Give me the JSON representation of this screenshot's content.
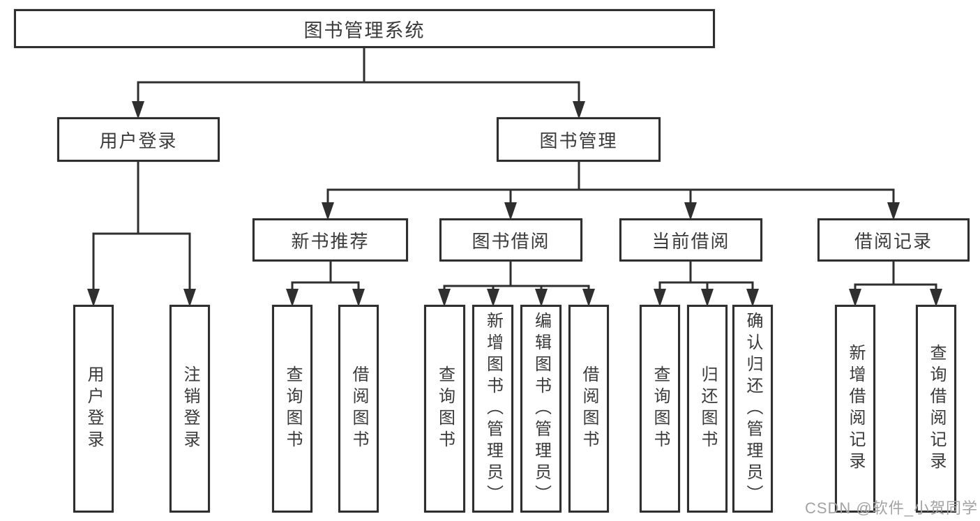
{
  "diagram_title": "图书管理系统",
  "tree": {
    "label": "图书管理系统",
    "children": [
      {
        "label": "用户登录",
        "children": [
          {
            "label": "用户登录"
          },
          {
            "label": "注销登录"
          }
        ]
      },
      {
        "label": "图书管理",
        "children": [
          {
            "label": "新书推荐",
            "children": [
              {
                "label": "查询图书"
              },
              {
                "label": "借阅图书"
              }
            ]
          },
          {
            "label": "图书借阅",
            "children": [
              {
                "label": "查询图书"
              },
              {
                "label": "新增图书（管理员）"
              },
              {
                "label": "编辑图书（管理员）"
              },
              {
                "label": "借阅图书"
              }
            ]
          },
          {
            "label": "当前借阅",
            "children": [
              {
                "label": "查询图书"
              },
              {
                "label": "归还图书"
              },
              {
                "label": "确认归还（管理员）"
              }
            ]
          },
          {
            "label": "借阅记录",
            "children": [
              {
                "label": "新增借阅记录"
              },
              {
                "label": "查询借阅记录"
              }
            ]
          }
        ]
      }
    ]
  },
  "watermark": {
    "text": "CSDN @软件_小贺同学",
    "color": "#a3a3a3"
  },
  "colors": {
    "line": "#2f2f2f",
    "box_border": "#2f2f2f",
    "text": "#3a3a3a",
    "background": "#ffffff"
  }
}
